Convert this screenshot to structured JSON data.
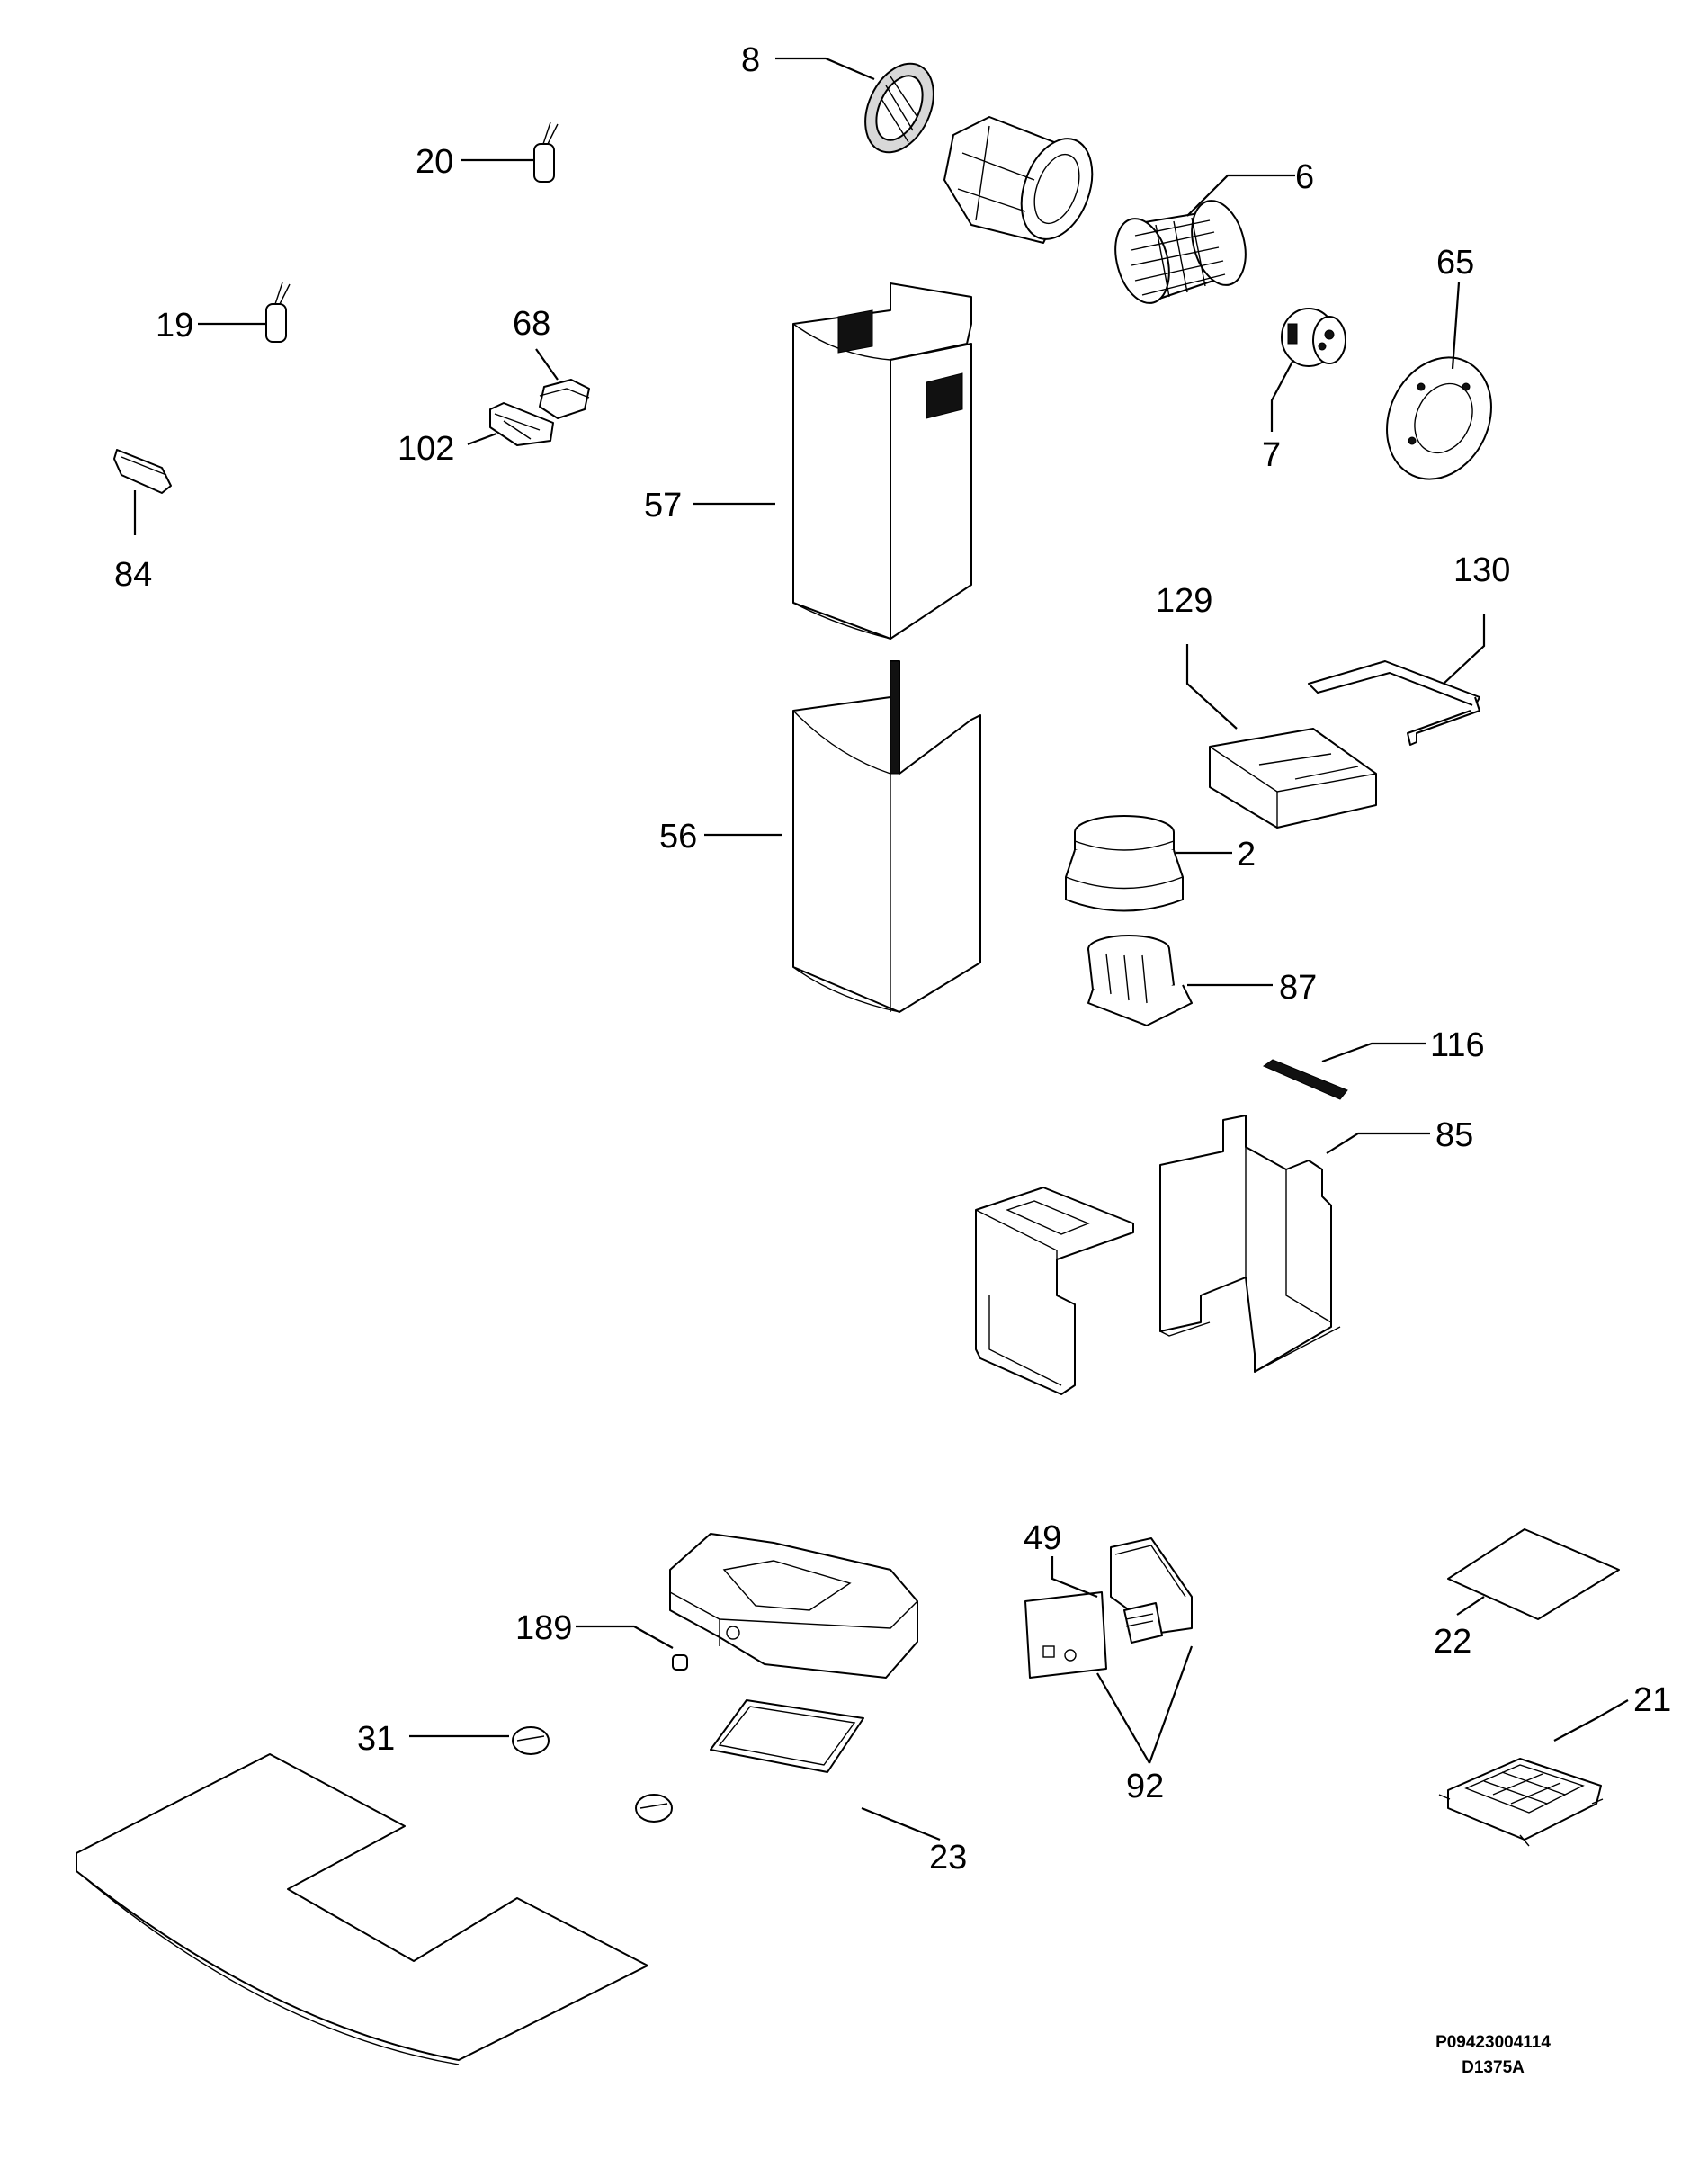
{
  "diagram": {
    "labels": [
      "8",
      "20",
      "6",
      "65",
      "19",
      "68",
      "102",
      "7",
      "57",
      "84",
      "130",
      "129",
      "56",
      "2",
      "87",
      "116",
      "85",
      "49",
      "189",
      "22",
      "21",
      "31",
      "92",
      "23"
    ],
    "footer": {
      "code1": "P09423004114",
      "code2": "D1375A"
    }
  }
}
